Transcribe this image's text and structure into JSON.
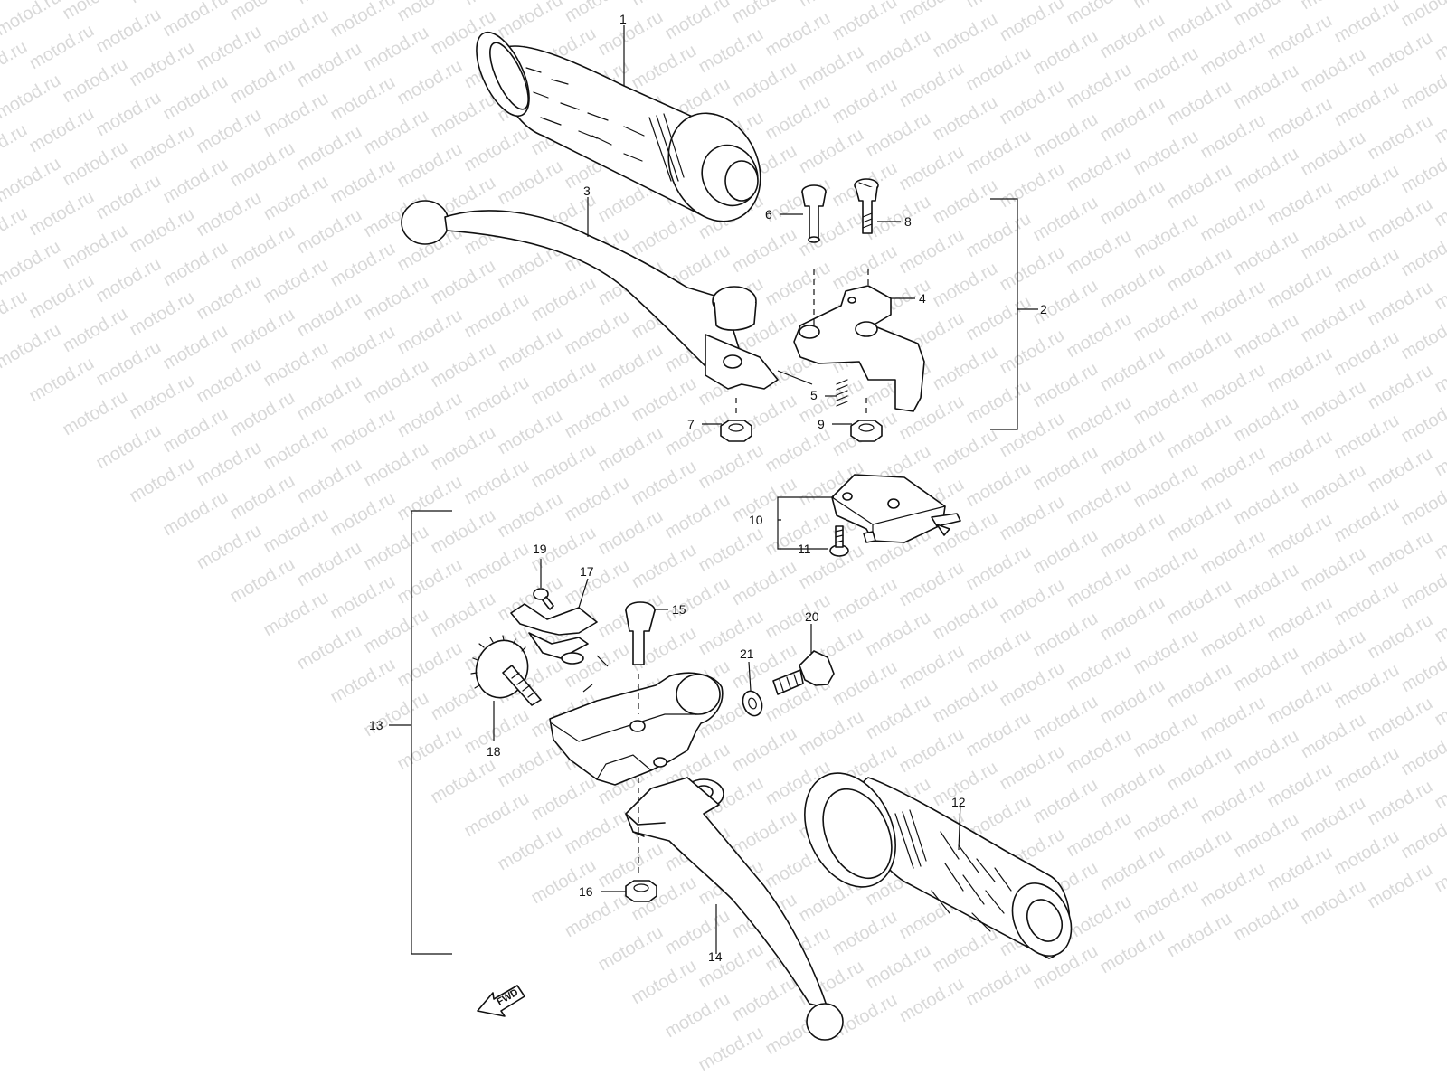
{
  "watermark": {
    "text": "motod.ru"
  },
  "direction_marker": {
    "label": "FWD"
  },
  "callouts": {
    "p1": "1",
    "p2": "2",
    "p3": "3",
    "p4": "4",
    "p5": "5",
    "p6": "6",
    "p7": "7",
    "p8": "8",
    "p9": "9",
    "p10": "10",
    "p11": "11",
    "p12": "12",
    "p13": "13",
    "p14": "14",
    "p15": "15",
    "p16": "16",
    "p17": "17",
    "p18": "18",
    "p19": "19",
    "p20": "20",
    "p21": "21"
  }
}
